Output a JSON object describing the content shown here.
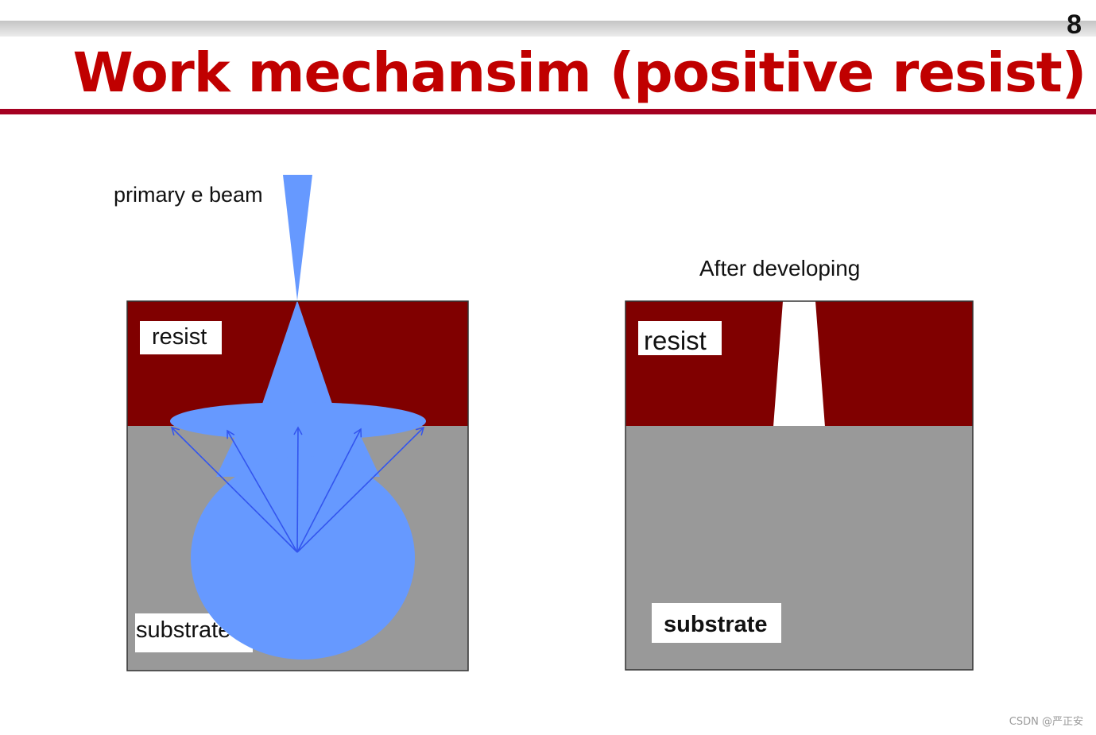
{
  "slide": {
    "page_number": "8",
    "title": "Work mechansim (positive resist)",
    "watermark": "CSDN @严正安"
  },
  "left_panel": {
    "beam_label": "primary e beam",
    "resist_label": "resist",
    "substrate_label": "substrate"
  },
  "right_panel": {
    "caption": "After developing",
    "resist_label": "resist",
    "substrate_label": "substrate"
  },
  "colors": {
    "title": "#c00000",
    "rule": "#a50021",
    "resist": "#800000",
    "substrate": "#999999",
    "beam": "#6699ff",
    "scatter_arrows": "#3355ee"
  }
}
